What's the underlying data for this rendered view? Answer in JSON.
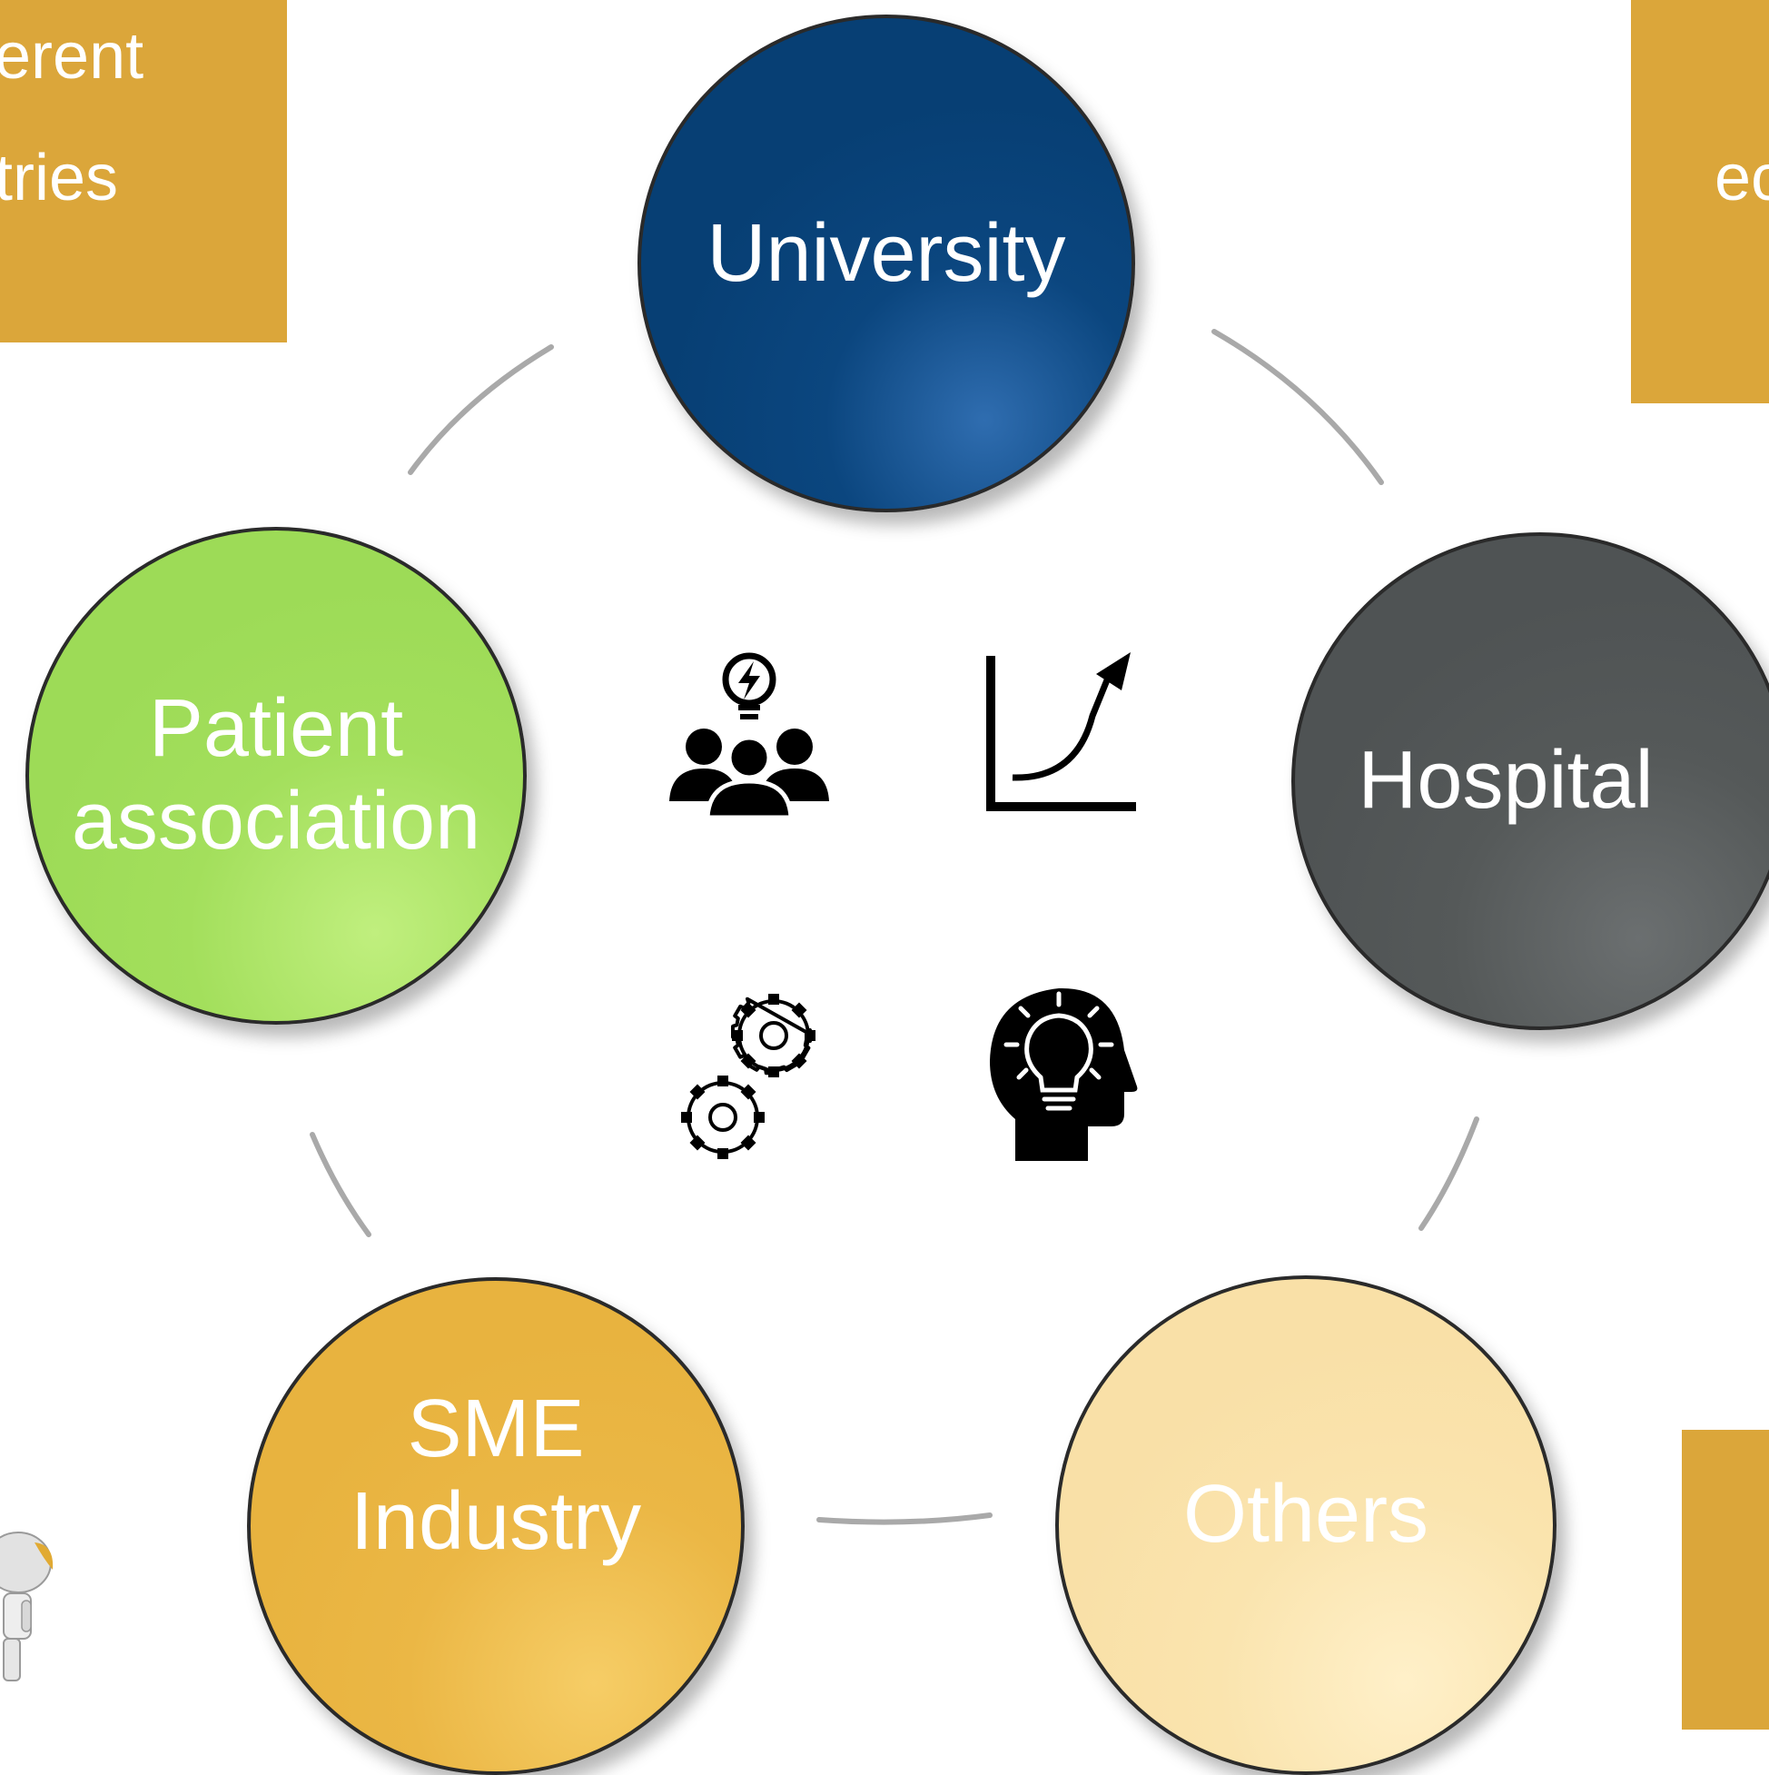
{
  "corner_boxes": {
    "top_left_line1": "erent",
    "top_left_line2": "tries",
    "top_right_text": "ec"
  },
  "nodes": {
    "university": {
      "label": "University",
      "color": "#073f74"
    },
    "hospital": {
      "label": "Hospital",
      "color": "#515556"
    },
    "patient": {
      "line1": "Patient",
      "line2": "association",
      "color": "#9ddb57"
    },
    "sme": {
      "line1": "SME",
      "line2": "Industry",
      "color": "#e8b33f"
    },
    "others": {
      "label": "Others",
      "color": "#f9e0a7"
    }
  },
  "icons": [
    "team-idea-icon",
    "growth-chart-icon",
    "gears-icon",
    "head-lightbulb-icon"
  ],
  "colors": {
    "box": "#dba63a",
    "connector": "#a9a9a9"
  }
}
